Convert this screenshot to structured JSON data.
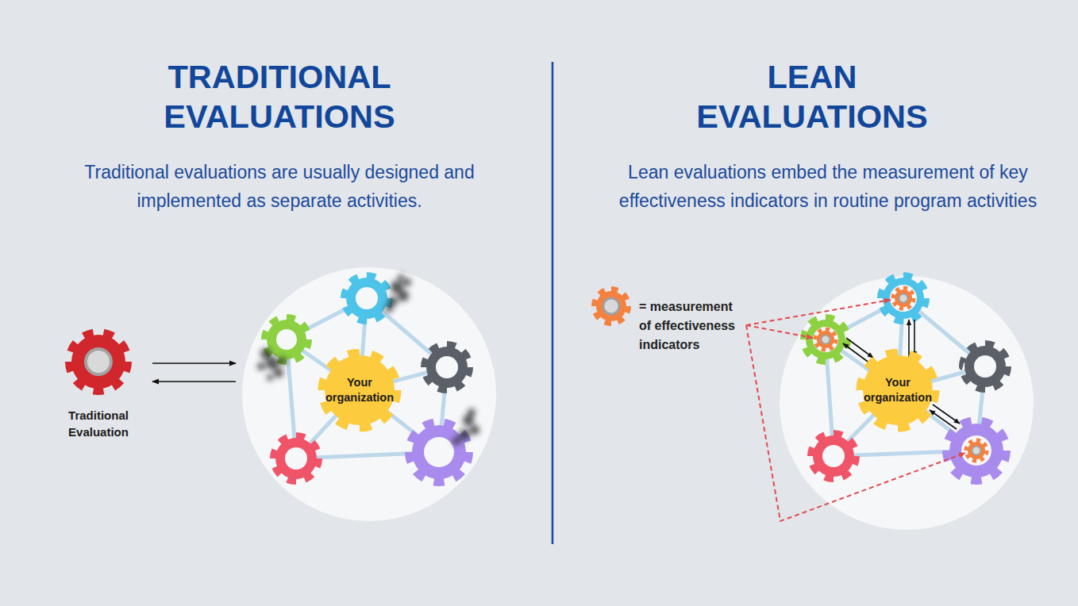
{
  "diagram": {
    "nodes": [
      {
        "text": [
          "Traditional Evaluation"
        ]
      },
      {
        "text": []
      },
      {
        "text": [
          "Your organization"
        ],
        "in": 1
      },
      {
        "text": []
      },
      {
        "text": [
          "Your organization"
        ],
        "in": 3
      }
    ],
    "edges": [
      {
        "from": 0,
        "to": 1,
        "arrow": "to"
      },
      {
        "from": 1,
        "to": 0,
        "arrow": "to"
      }
    ],
    "labels": [
      "TRADITIONAL EVALUATIONS",
      "Traditional evaluations are usually designed and implemented as separate activities.",
      "LEAN EVALUATIONS",
      "Lean evaluations embed the measurement of key effectiveness indicators in routine program activities"
    ],
    "legend": [
      {
        "text": "= measurement of effectiveness indicators"
      }
    ]
  }
}
